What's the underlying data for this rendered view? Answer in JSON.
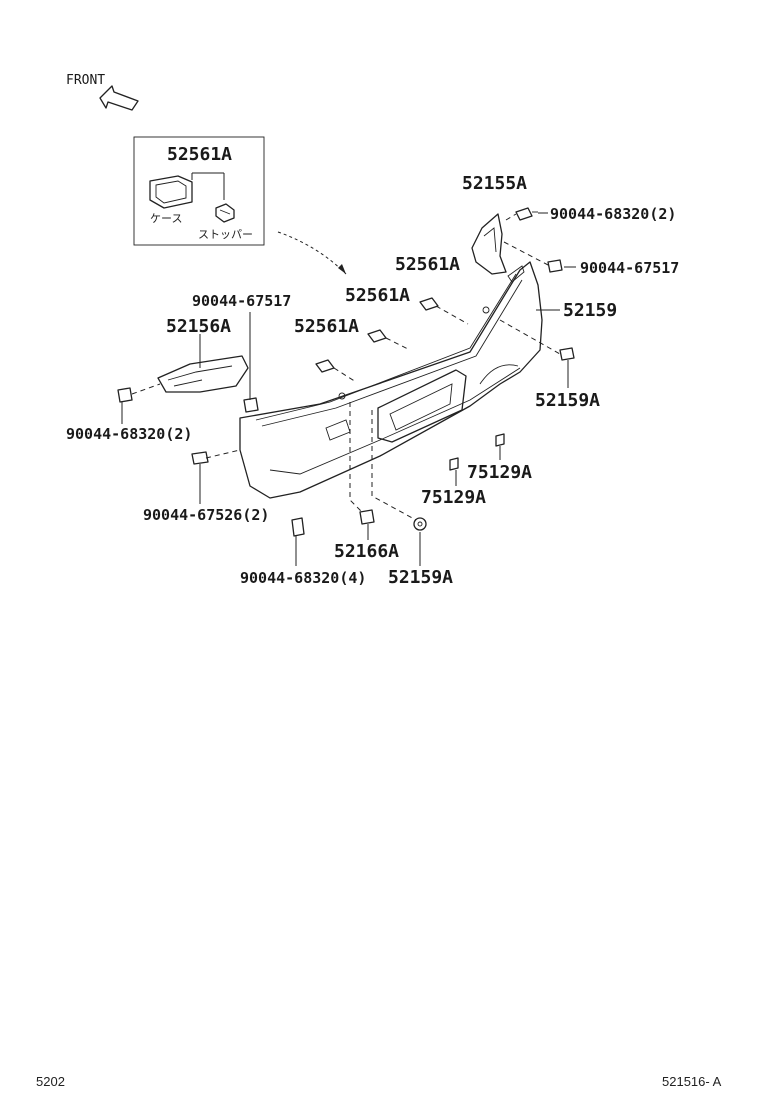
{
  "front_label": "FRONT",
  "inset": {
    "title": "52561A",
    "case_label": "ケース",
    "stopper_label": "ストッパー"
  },
  "labels": {
    "l52155A": "52155A",
    "l90044_68320_2_top": "90044-68320(2)",
    "l90044_67517_top": "90044-67517",
    "l52561A_1": "52561A",
    "l52561A_2": "52561A",
    "l52561A_3": "52561A",
    "l52159": "52159",
    "l52159A_right": "52159A",
    "l90044_67517_left": "90044-67517",
    "l52156A": "52156A",
    "l90044_68320_2_left": "90044-68320(2)",
    "l75129A_1": "75129A",
    "l75129A_2": "75129A",
    "l90044_67526_2": "90044-67526(2)",
    "l52166A": "52166A",
    "l90044_68320_4": "90044-68320(4)",
    "l52159A_bottom": "52159A"
  },
  "footer": {
    "left": "5202",
    "right": "521516- A"
  }
}
